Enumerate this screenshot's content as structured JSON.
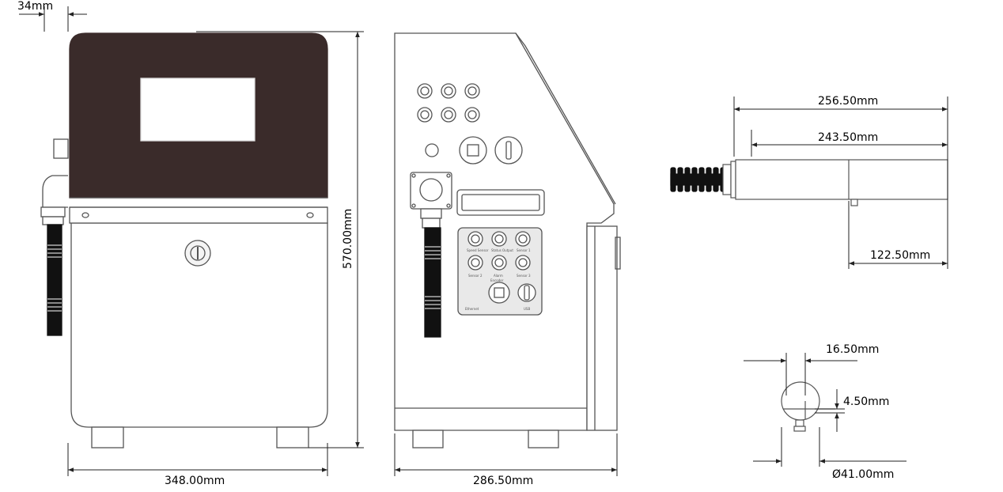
{
  "front_view": {
    "dim_top": "34mm",
    "dim_width": "348.00mm",
    "dim_height": "570.00mm"
  },
  "side_view": {
    "dim_width": "286.50mm",
    "panel_labels": [
      "Speed Sensor",
      "Status Output",
      "Sensor 1",
      "Sensor 2",
      "Alarm",
      "Encoder",
      "Sensor 3",
      "Ethernet",
      "USB"
    ]
  },
  "printhead_view": {
    "dim_total": "256.50mm",
    "dim_body": "243.50mm",
    "dim_nozzle": "122.50mm"
  },
  "section_view": {
    "dim_offset": "16.50mm",
    "dim_small": "4.50mm",
    "dim_diameter": "Ø41.00mm"
  },
  "colors": {
    "line": "#555555",
    "lid": "#3a2b2a",
    "panel": "#e9e9e9",
    "dim": "#222222"
  }
}
